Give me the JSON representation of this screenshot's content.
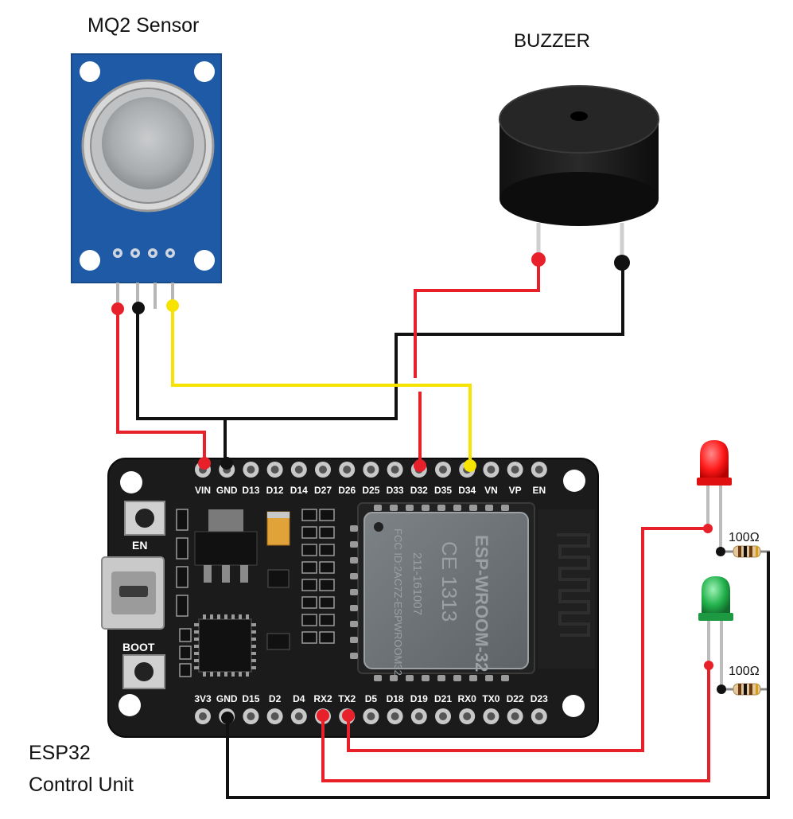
{
  "labels": {
    "mq2": "MQ2 Sensor",
    "buzzer": "BUZZER",
    "esp_line1": "ESP32",
    "esp_line2": "Control Unit",
    "resistor1": "100Ω",
    "resistor2": "100Ω"
  },
  "board": {
    "top_pins": [
      "VIN",
      "GND",
      "D13",
      "D12",
      "D14",
      "D27",
      "D26",
      "D25",
      "D33",
      "D32",
      "D35",
      "D34",
      "VN",
      "VP",
      "EN"
    ],
    "bottom_pins": [
      "3V3",
      "GND",
      "D15",
      "D2",
      "D4",
      "RX2",
      "TX2",
      "D5",
      "D18",
      "D19",
      "D21",
      "RX0",
      "TX0",
      "D22",
      "D23"
    ],
    "en_button": "EN",
    "boot_button": "BOOT",
    "module_brand": "ESP-WROOM-32",
    "module_ce": "CE 1313",
    "module_id": "211-161007",
    "module_fcc": "FCC ID:2AC7Z-ESPWROOM32"
  },
  "colors": {
    "wire_red": "#e8202a",
    "wire_black": "#111111",
    "wire_yellow": "#f7e300",
    "sensor_pcb": "#1f5aa6",
    "board_pcb": "#1b1b1b",
    "led_red": "#ff1a1a",
    "led_green": "#22b14c"
  }
}
